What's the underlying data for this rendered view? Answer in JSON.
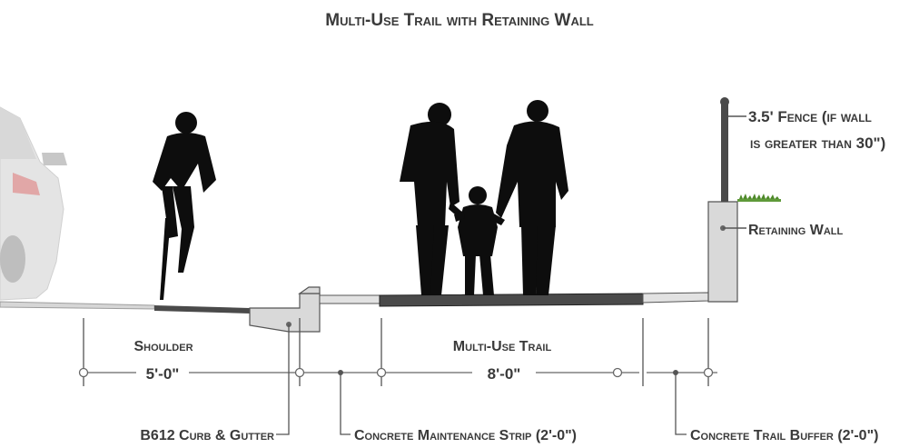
{
  "title": "Multi-Use Trail with Retaining Wall",
  "callouts": {
    "fence_line1": "3.5' Fence (if wall",
    "fence_line2": "is greater than 30\")",
    "retaining_wall": "Retaining Wall"
  },
  "dimensions": {
    "shoulder_label": "Shoulder",
    "shoulder_width": "5'-0\"",
    "trail_label": "Multi-Use Trail",
    "trail_width": "8'-0\""
  },
  "bottom_labels": {
    "curb": "B612 Curb & Gutter",
    "maintenance_strip": "Concrete Maintenance Strip (2'-0\")",
    "trail_buffer": "Concrete Trail Buffer (2'-0\")"
  },
  "colors": {
    "text": "#3a3a3a",
    "silhouette": "#0d0d0d",
    "concrete": "#d9d9d9",
    "asphalt": "#4a4a4a",
    "grass": "#5f9a3a"
  }
}
